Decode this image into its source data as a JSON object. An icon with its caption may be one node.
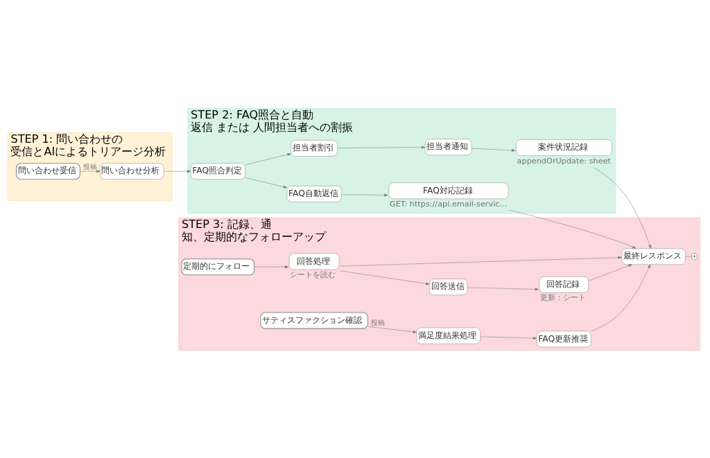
{
  "diagram": {
    "nodes": [
      {
        "text": [
          "STEP 1: 問い合わせの受信とAIによるトリアージ分析"
        ]
      },
      {
        "text": [
          "問い合わせ受信"
        ],
        "in": 0
      },
      {
        "text": [
          "問い合わせ分析"
        ],
        "in": 0
      },
      {
        "text": [
          "STEP 2: FAQ照合と自動返信 または 人間担当者への割振"
        ]
      },
      {
        "text": [
          "FAQ照合判定"
        ],
        "in": 3
      },
      {
        "text": [
          "FAQ自動返信"
        ],
        "in": 3
      },
      {
        "text": [
          "FAQ対応記録"
        ],
        "beside": [
          "GET: https://api.email-servic..."
        ],
        "in": 3
      },
      {
        "text": [
          "担当者割引"
        ],
        "in": 3
      },
      {
        "text": [
          "担当者通知"
        ],
        "in": 3
      },
      {
        "text": [
          "案件状況記録"
        ],
        "beside": [
          "appendOrUpdate: sheet"
        ],
        "in": 3
      },
      {
        "text": [
          "STEP 3: 記録、通知、定期的なフォローアップ"
        ]
      },
      {
        "text": [
          "定期的にフォロー"
        ],
        "in": 10
      },
      {
        "text": [
          "回答処理"
        ],
        "beside": [
          "シートを読む"
        ],
        "in": 10
      },
      {
        "text": [
          "回答送信"
        ],
        "in": 10
      },
      {
        "text": [
          "回答記録"
        ],
        "beside": [
          "更新：シート"
        ],
        "in": 10
      },
      {
        "text": [
          "サティスファクション確認"
        ],
        "in": 10
      },
      {
        "text": [
          "満足度結果処理"
        ],
        "in": 10
      },
      {
        "text": [
          "FAQ更新推奨"
        ],
        "in": 10
      },
      {
        "text": [
          "最終レスポンス"
        ],
        "in": 10
      },
      {
        "text": [
          "+"
        ],
        "in": 10
      }
    ],
    "edges": [
      {
        "from": 1,
        "to": 2,
        "arrow": "to",
        "label": "投稿"
      },
      {
        "from": 2,
        "to": 4,
        "arrow": "to"
      },
      {
        "from": 4,
        "to": 5,
        "arrow": "to"
      },
      {
        "from": 4,
        "to": 7,
        "arrow": "to"
      },
      {
        "from": 5,
        "to": 6,
        "arrow": "to"
      },
      {
        "from": 7,
        "to": 8,
        "arrow": "to"
      },
      {
        "from": 8,
        "to": 9,
        "arrow": "to"
      },
      {
        "from": 6,
        "to": 18,
        "arrow": "to"
      },
      {
        "from": 9,
        "to": 18,
        "arrow": "to"
      },
      {
        "from": 11,
        "to": 12,
        "arrow": "to"
      },
      {
        "from": 12,
        "to": 13,
        "arrow": "to"
      },
      {
        "from": 13,
        "to": 14,
        "arrow": "to"
      },
      {
        "from": 12,
        "to": 18,
        "arrow": "to"
      },
      {
        "from": 14,
        "to": 18,
        "arrow": "to"
      },
      {
        "from": 15,
        "to": 16,
        "arrow": "to",
        "label": "投稿"
      },
      {
        "from": 16,
        "to": 17,
        "arrow": "to"
      },
      {
        "from": 17,
        "to": 18,
        "arrow": "to"
      },
      {
        "from": 18,
        "to": 19,
        "arrow": "none"
      }
    ]
  }
}
